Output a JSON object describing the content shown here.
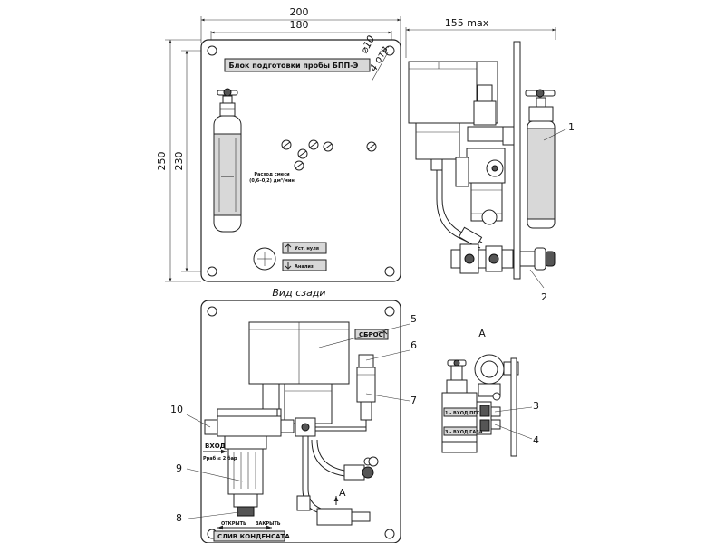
{
  "dimensions": {
    "width_overall": "200",
    "width_holes": "180",
    "height_overall": "250",
    "height_holes": "230",
    "depth_max": "155 max",
    "hole_diameter": "⌀10",
    "hole_count": "4 отв."
  },
  "front_view": {
    "title": "Блок подготовки пробы БПП-Э",
    "flow_label_line1": "Расход смеси",
    "flow_label_line2": "(0,6–0,2) дм³/мин",
    "zero_label": "Уст. нуля",
    "analysis_label": "Анализ"
  },
  "rear_view": {
    "caption": "Вид сзади",
    "reset_label": "СБРОС",
    "inlet_label": "ВХОД",
    "pressure_label": "Pраб ≤ 2 бар",
    "open_label": "ОТКРЫТЬ",
    "close_label": "ЗАКРЫТЬ",
    "drain_label": "СЛИВ КОНДЕНСАТА",
    "view_marker": "А"
  },
  "detail_view": {
    "title": "А",
    "inlet_pgs": "1 - ВХОД ПГС",
    "inlet_gas": "3 - ВХОД ГАЗА"
  },
  "callouts": [
    "1",
    "2",
    "3",
    "4",
    "5",
    "6",
    "7",
    "8",
    "9",
    "10"
  ]
}
